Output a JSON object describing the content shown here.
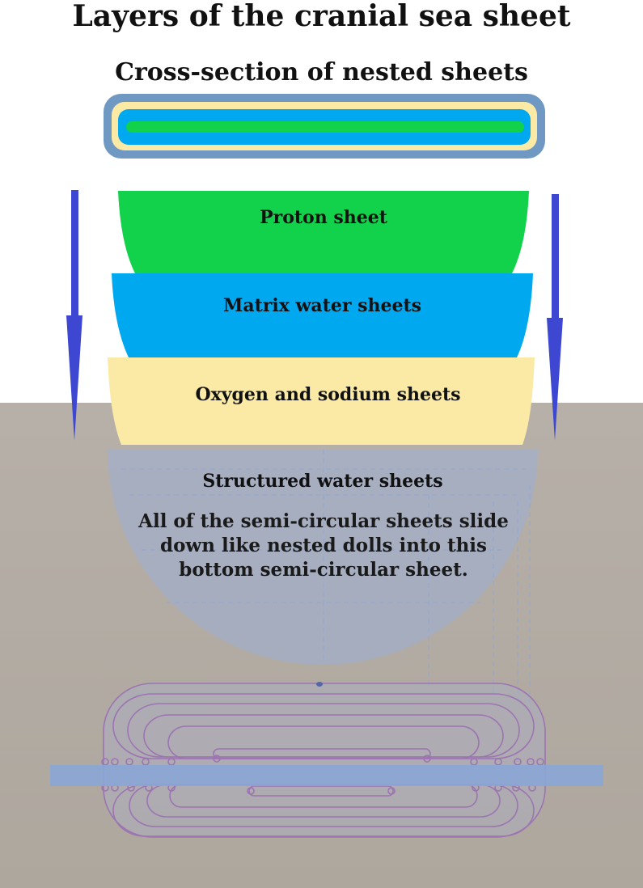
{
  "title": "Layers of the cranial sea sheet",
  "subtitle": "Cross-section of nested sheets",
  "layers": {
    "proton": {
      "label": "Proton sheet",
      "color": "#12d14a"
    },
    "matrix": {
      "label": "Matrix water sheets",
      "color": "#00a8f0"
    },
    "oxygen": {
      "label": "Oxygen and sodium sheets",
      "color": "#fbeaa6"
    },
    "structured": {
      "label": "Structured water sheets"
    }
  },
  "description": "All of the semi-circular sheets slide down like nested dolls into this bottom semi-circular sheet.",
  "colors": {
    "arrow": "#3d47d2",
    "outer_frame": "#6f98c2",
    "pencil_blue": "#8aa6d6",
    "pencil_purple": "#9a6fb3"
  }
}
